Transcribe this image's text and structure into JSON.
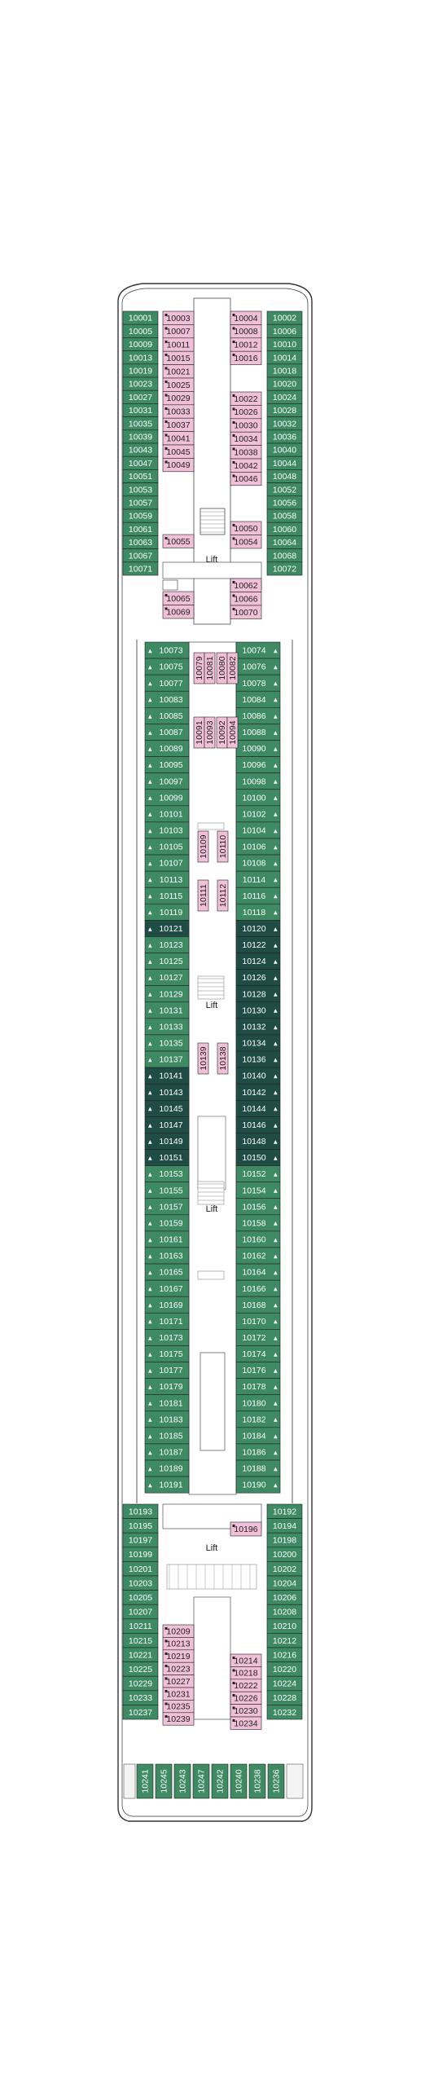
{
  "colors": {
    "mid_green": "#3e8a63",
    "dark_teal": "#1f4d45",
    "pink": "#f0c0d8",
    "outline": "#333333",
    "light_fill": "#f4f4f4"
  },
  "legend": {
    "lift": "Lift"
  },
  "blocks": [
    {
      "id": "fwd-left",
      "side": "outer-left",
      "fill": "mid_green",
      "cabins": [
        "10001",
        "10005",
        "10009",
        "10013",
        "10019",
        "10023",
        "10027",
        "10031",
        "10035",
        "10039",
        "10043",
        "10047",
        "10051",
        "10053",
        "10057",
        "10059",
        "10061",
        "10063",
        "10067",
        "10071"
      ]
    },
    {
      "id": "fwd-right",
      "side": "outer-right",
      "fill": "mid_green",
      "cabins": [
        "10002",
        "10006",
        "10010",
        "10014",
        "10018",
        "10020",
        "10024",
        "10028",
        "10032",
        "10036",
        "10040",
        "10044",
        "10048",
        "10052",
        "10056",
        "10058",
        "10060",
        "10064",
        "10068",
        "10072"
      ]
    },
    {
      "id": "fwd-inner-left-a",
      "side": "inner-left",
      "fill": "pink",
      "cabins": [
        "10003",
        "10007",
        "10011",
        "10015",
        "10021",
        "10025",
        "10029",
        "10033",
        "10037",
        "10041",
        "10045",
        "10049"
      ]
    },
    {
      "id": "fwd-inner-left-b",
      "side": "inner-left",
      "fill": "pink",
      "cabins": [
        "10055"
      ]
    },
    {
      "id": "fwd-inner-left-c",
      "side": "inner-left",
      "fill": "pink",
      "cabins": [
        "10065",
        "10069"
      ]
    },
    {
      "id": "fwd-inner-right-a",
      "side": "inner-right",
      "fill": "pink",
      "cabins": [
        "10004",
        "10008",
        "10012",
        "10016"
      ]
    },
    {
      "id": "fwd-inner-right-b",
      "side": "inner-right",
      "fill": "pink",
      "cabins": [
        "10022",
        "10026",
        "10030",
        "10034",
        "10038",
        "10042",
        "10046"
      ]
    },
    {
      "id": "fwd-inner-right-c",
      "side": "inner-right",
      "fill": "pink",
      "cabins": [
        "10050",
        "10054"
      ]
    },
    {
      "id": "fwd-inner-right-d",
      "side": "inner-right",
      "fill": "pink",
      "cabins": [
        "10062",
        "10066",
        "10070"
      ]
    },
    {
      "id": "mid-left",
      "side": "mid-left",
      "fill": "mid_green",
      "cabins": [
        "10073",
        "10075",
        "10077",
        "10083",
        "10085",
        "10087",
        "10089",
        "10095",
        "10097",
        "10099",
        "10101",
        "10103",
        "10105",
        "10107",
        "10113",
        "10115",
        "10119",
        "10121",
        "10123",
        "10125",
        "10127",
        "10129",
        "10131",
        "10133",
        "10135",
        "10137",
        "10141",
        "10143",
        "10145",
        "10147",
        "10149",
        "10151",
        "10153",
        "10155",
        "10157",
        "10159",
        "10161",
        "10163",
        "10165",
        "10167",
        "10169",
        "10171",
        "10173",
        "10175",
        "10177",
        "10179",
        "10181",
        "10183",
        "10185",
        "10187",
        "10189",
        "10191"
      ]
    },
    {
      "id": "mid-right",
      "side": "mid-right",
      "fill": "mid_green",
      "cabins": [
        "10074",
        "10076",
        "10078",
        "10084",
        "10086",
        "10088",
        "10090",
        "10096",
        "10098",
        "10100",
        "10102",
        "10104",
        "10106",
        "10108",
        "10114",
        "10116",
        "10118",
        "10120",
        "10122",
        "10124",
        "10126",
        "10128",
        "10130",
        "10132",
        "10134",
        "10136",
        "10140",
        "10142",
        "10144",
        "10146",
        "10148",
        "10150",
        "10152",
        "10154",
        "10156",
        "10158",
        "10160",
        "10162",
        "10164",
        "10166",
        "10168",
        "10170",
        "10172",
        "10174",
        "10176",
        "10178",
        "10180",
        "10182",
        "10184",
        "10186",
        "10188",
        "10190"
      ]
    },
    {
      "id": "aft-left",
      "side": "outer-left",
      "fill": "mid_green",
      "cabins": [
        "10193",
        "10195",
        "10197",
        "10199",
        "10201",
        "10203",
        "10205",
        "10207",
        "10211",
        "10215",
        "10221",
        "10225",
        "10229",
        "10233",
        "10237"
      ]
    },
    {
      "id": "aft-right",
      "side": "outer-right",
      "fill": "mid_green",
      "cabins": [
        "10192",
        "10194",
        "10198",
        "10200",
        "10202",
        "10204",
        "10206",
        "10208",
        "10210",
        "10212",
        "10216",
        "10220",
        "10224",
        "10228",
        "10232"
      ]
    },
    {
      "id": "aft-inner-left",
      "side": "inner-left",
      "fill": "pink",
      "cabins": [
        "10209",
        "10213",
        "10219",
        "10223",
        "10227",
        "10231",
        "10235",
        "10239"
      ]
    },
    {
      "id": "aft-inner-right-a",
      "side": "inner-right",
      "fill": "pink",
      "cabins": [
        "10196"
      ]
    },
    {
      "id": "aft-inner-right-b",
      "side": "inner-right",
      "fill": "pink",
      "cabins": [
        "10214",
        "10218",
        "10222",
        "10226",
        "10230",
        "10234"
      ]
    }
  ],
  "inner_vertical": [
    {
      "group": "a",
      "cabins": [
        "10079",
        "10081"
      ]
    },
    {
      "group": "b",
      "cabins": [
        "10080",
        "10082"
      ]
    },
    {
      "group": "c",
      "cabins": [
        "10091",
        "10093"
      ]
    },
    {
      "group": "d",
      "cabins": [
        "10092",
        "10094"
      ]
    },
    {
      "group": "e",
      "cabins": [
        "10109"
      ]
    },
    {
      "group": "f",
      "cabins": [
        "10110"
      ]
    },
    {
      "group": "g",
      "cabins": [
        "10111"
      ]
    },
    {
      "group": "h",
      "cabins": [
        "10112"
      ]
    },
    {
      "group": "i",
      "cabins": [
        "10139"
      ]
    },
    {
      "group": "j",
      "cabins": [
        "10138"
      ]
    }
  ],
  "stern_cabins": [
    "10241",
    "10245",
    "10243",
    "10247",
    "10242",
    "10240",
    "10238",
    "10236"
  ],
  "dark_ranges": {
    "left": [
      "10121",
      "10141",
      "10143",
      "10145",
      "10147",
      "10149",
      "10151"
    ],
    "right": [
      "10120",
      "10122",
      "10124",
      "10126",
      "10128",
      "10130",
      "10132",
      "10134",
      "10136",
      "10140",
      "10142",
      "10144",
      "10146",
      "10148",
      "10150"
    ]
  }
}
